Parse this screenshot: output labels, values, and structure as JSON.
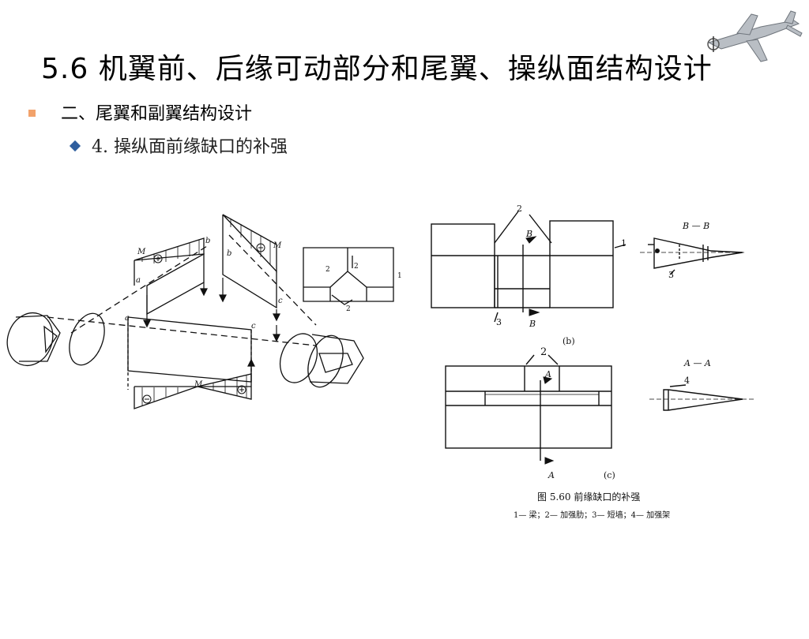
{
  "slide": {
    "title": "5.6 机翼前、后缘可动部分和尾翼、操纵面结构设计",
    "level1": "二、尾翼和副翼结构设计",
    "level2": "4. 操纵面前缘缺口的补强"
  },
  "figure": {
    "left_labels": {
      "M1": "M",
      "M2": "M",
      "M3": "M",
      "a1": "a",
      "a2": "a",
      "b1": "b",
      "b2": "b",
      "c1": "c",
      "c2": "c"
    },
    "inset_labels": {
      "n2a": "2",
      "n2b": "2",
      "n2c": "2",
      "n1": "1"
    },
    "b_view": {
      "label_2": "2",
      "label_1": "1",
      "label_3": "3",
      "sec": "B",
      "sec2": "B",
      "section_title": "B — B",
      "sec_label_3": "3",
      "caption": "(b)"
    },
    "c_view": {
      "label_2": "2",
      "sec": "A",
      "sec2": "A",
      "section_title": "A — A",
      "sec_label_4": "4",
      "caption": "(c)"
    },
    "caption": "图 5.60   前缘缺口的补强",
    "legend": "1— 梁；2— 加强肋；3— 短墙；4— 加强架"
  },
  "colors": {
    "bullet_square": "#f2a26b",
    "bullet_diamond": "#2f5e9e"
  }
}
